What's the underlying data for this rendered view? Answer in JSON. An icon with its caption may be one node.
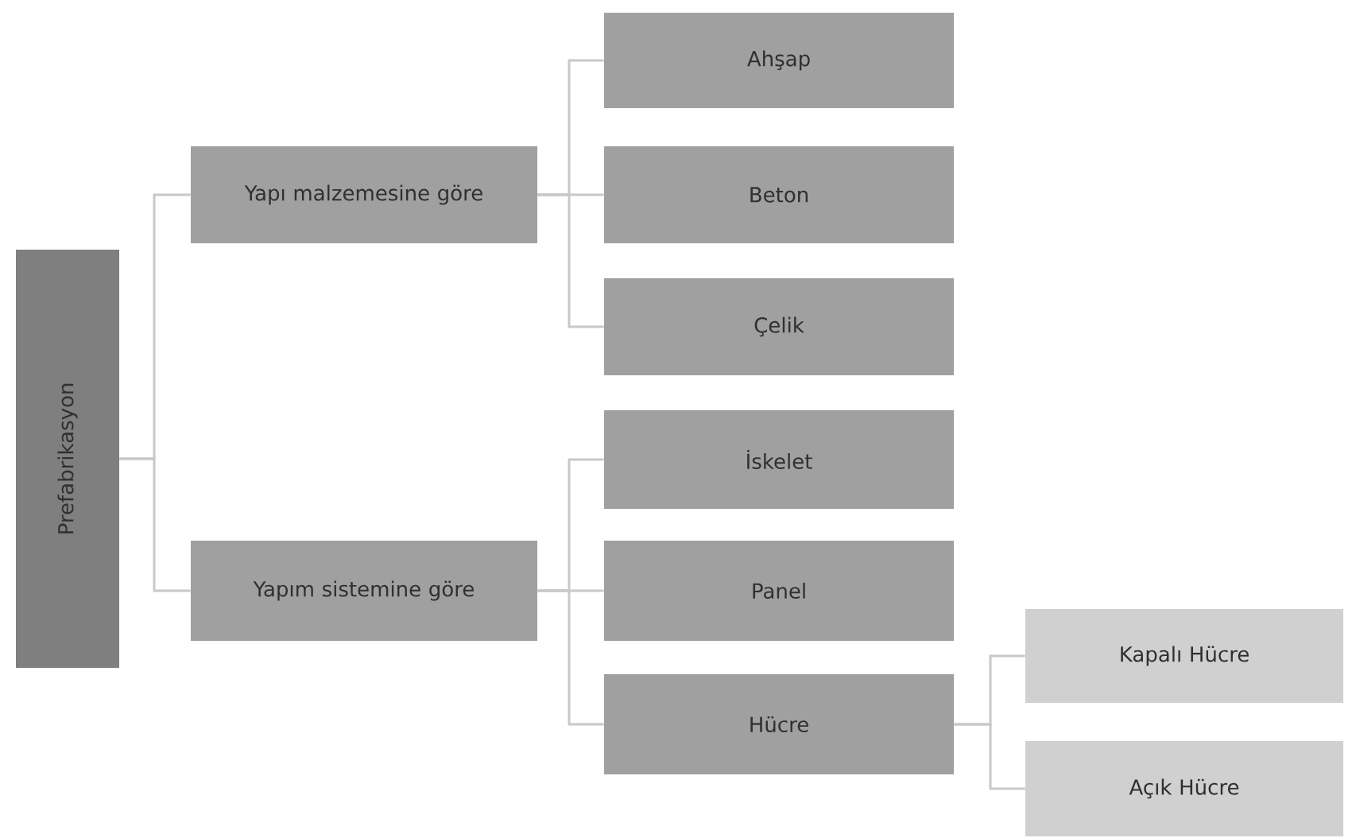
{
  "diagram": {
    "nodes": [
      {
        "text": [
          "Prefabrikasyon"
        ]
      },
      {
        "text": [
          "Yapı malzemesine göre"
        ]
      },
      {
        "text": [
          "Yapım sistemine göre"
        ]
      },
      {
        "text": [
          "Ahşap"
        ]
      },
      {
        "text": [
          "Beton"
        ]
      },
      {
        "text": [
          "Çelik"
        ]
      },
      {
        "text": [
          "İskelet"
        ]
      },
      {
        "text": [
          "Panel"
        ]
      },
      {
        "text": [
          "Hücre"
        ]
      },
      {
        "text": [
          "Kapalı Hücre"
        ]
      },
      {
        "text": [
          "Açık Hücre"
        ]
      }
    ],
    "edges": [
      {
        "from": 0,
        "to": 1,
        "arrow": "none"
      },
      {
        "from": 0,
        "to": 2,
        "arrow": "none"
      },
      {
        "from": 1,
        "to": 3,
        "arrow": "none"
      },
      {
        "from": 1,
        "to": 4,
        "arrow": "none"
      },
      {
        "from": 1,
        "to": 5,
        "arrow": "none"
      },
      {
        "from": 2,
        "to": 6,
        "arrow": "none"
      },
      {
        "from": 2,
        "to": 7,
        "arrow": "none"
      },
      {
        "from": 2,
        "to": 8,
        "arrow": "none"
      },
      {
        "from": 8,
        "to": 9,
        "arrow": "none"
      },
      {
        "from": 8,
        "to": 10,
        "arrow": "none"
      }
    ]
  }
}
